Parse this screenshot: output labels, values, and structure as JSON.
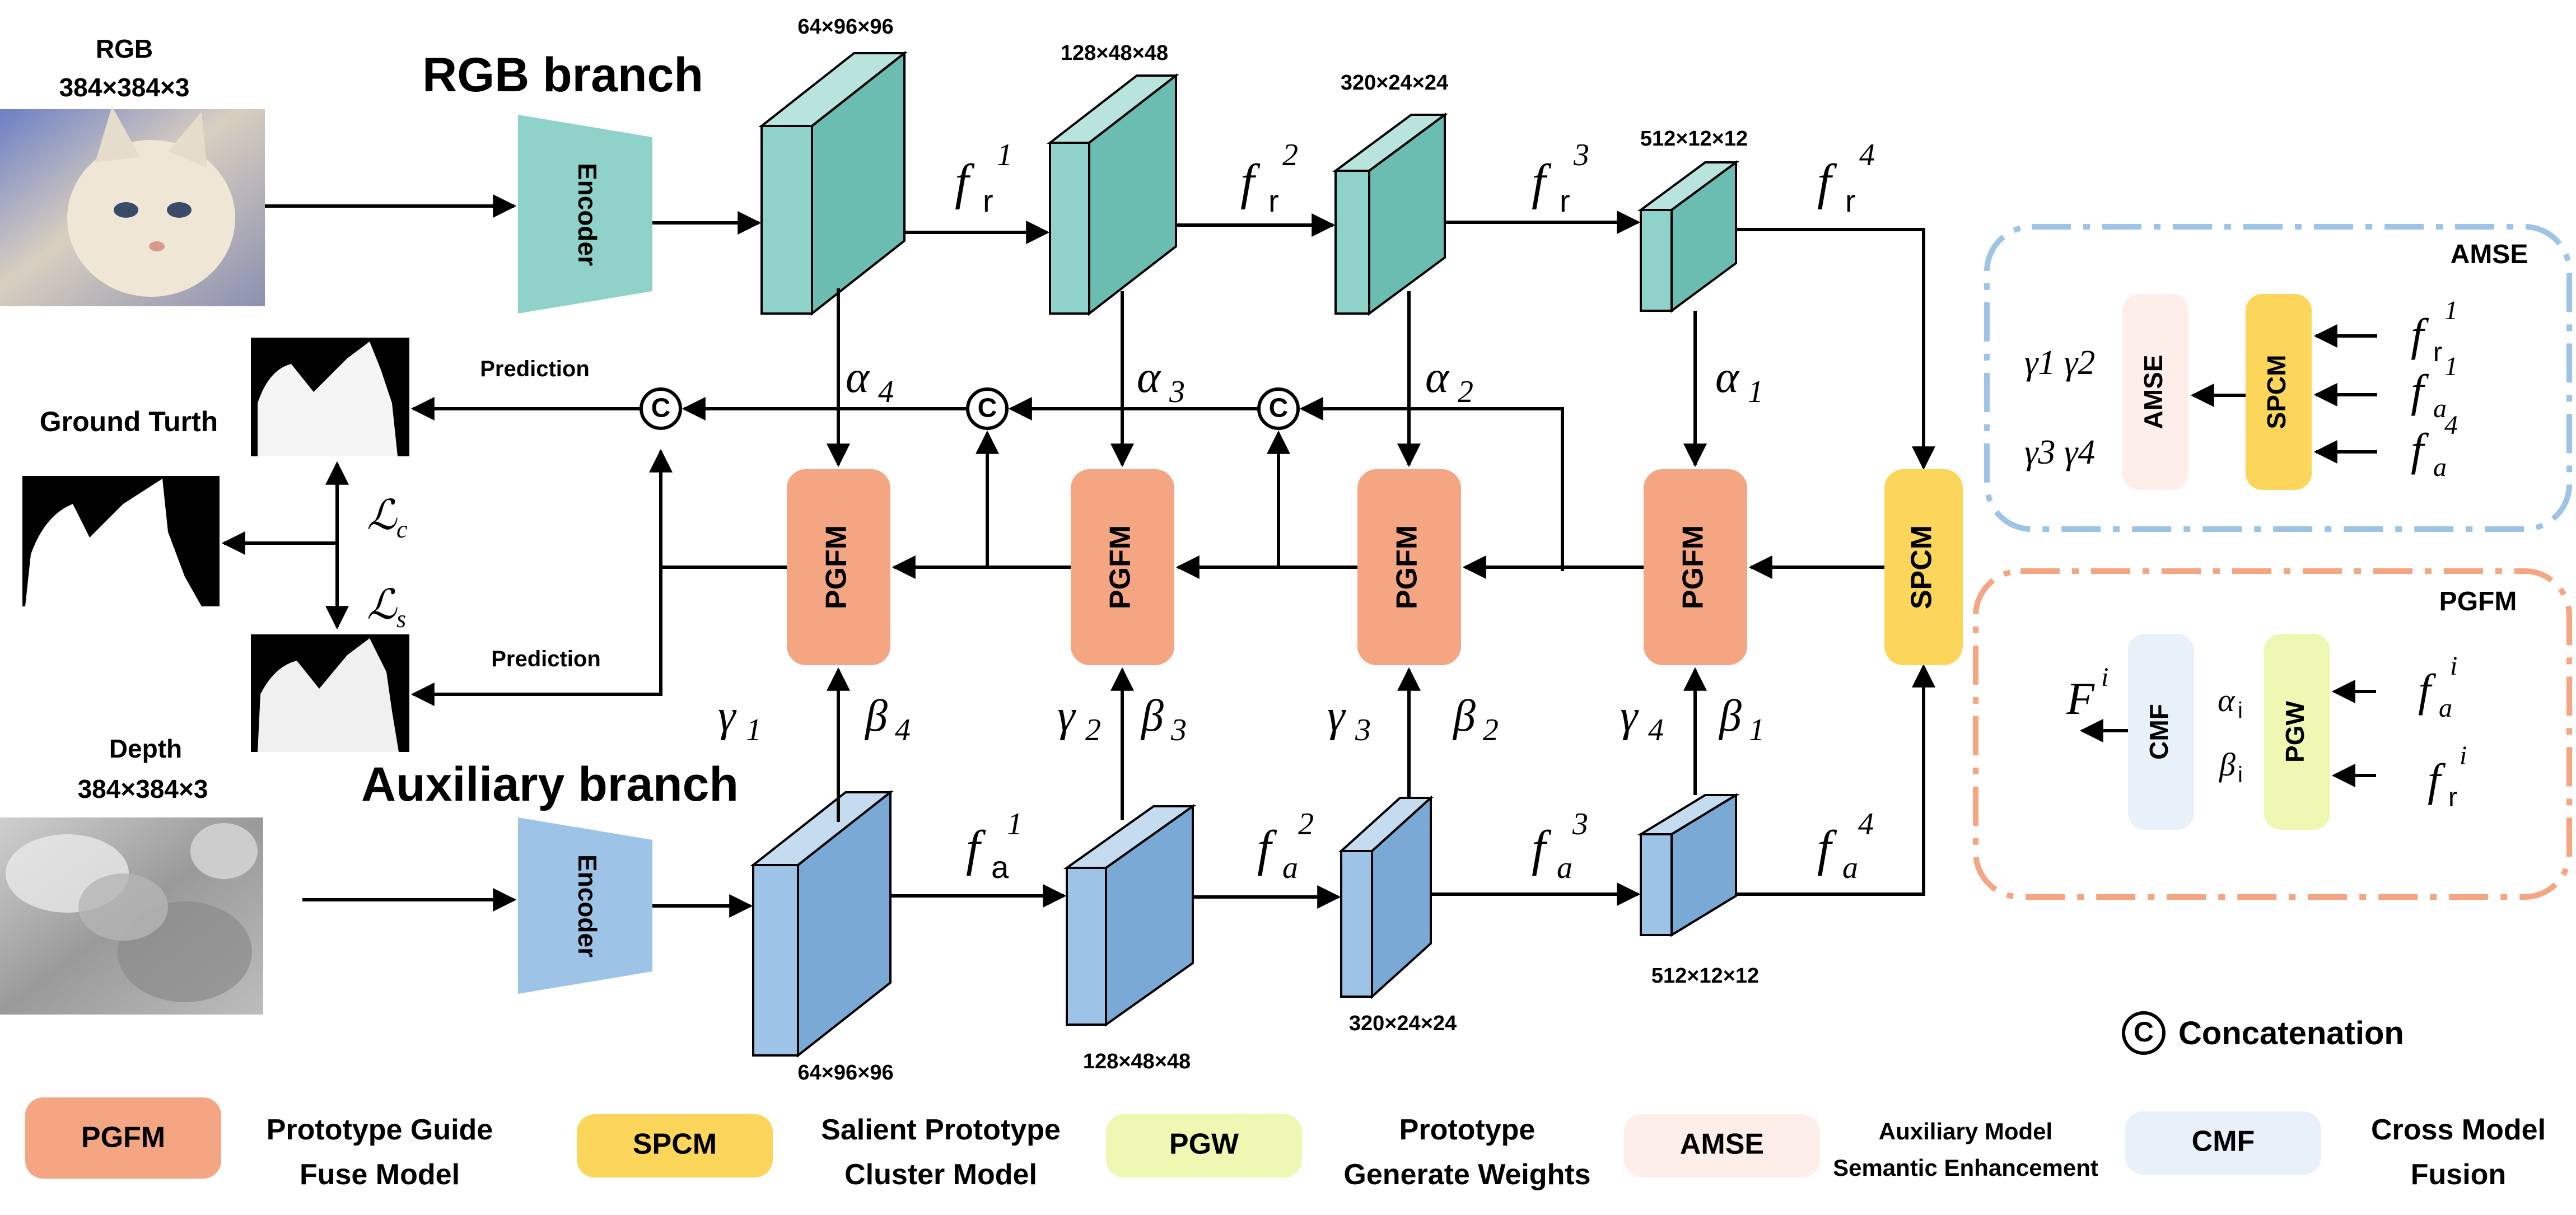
{
  "inputs": {
    "rgb_title": "RGB",
    "rgb_size": "384×384×3",
    "depth_title": "Depth",
    "depth_size": "384×384×3",
    "ground_truth": "Ground Turth"
  },
  "branches": {
    "rgb": "RGB branch",
    "aux": "Auxiliary branch"
  },
  "encoder_label": "Encoder",
  "dims": {
    "rgb": [
      "64×96×96",
      "128×48×48",
      "320×24×24",
      "512×12×12"
    ],
    "aux": [
      "64×96×96",
      "128×48×48",
      "320×24×24",
      "512×12×12"
    ]
  },
  "features": {
    "rgb_base": "f",
    "rgb_sub": "r",
    "aux_base": "f",
    "aux_sub_first": "a",
    "aux_sub": "a",
    "sups": [
      "1",
      "2",
      "3",
      "4"
    ]
  },
  "alphas": {
    "sym": "α",
    "subs": [
      "4",
      "3",
      "2",
      "1"
    ]
  },
  "gammas": {
    "sym": "γ",
    "subs": [
      "1",
      "2",
      "3",
      "4"
    ]
  },
  "betas": {
    "sym": "β",
    "subs": [
      "4",
      "3",
      "2",
      "1"
    ]
  },
  "losses": {
    "sym": "ℒ",
    "c": "c",
    "s": "s"
  },
  "modules": {
    "pgfm": "PGFM",
    "spcm": "SPCM",
    "pgw": "PGW",
    "amse": "AMSE",
    "cmf": "CMF"
  },
  "predictions": [
    "Prediction",
    "Prediction"
  ],
  "concat_symbol": "C",
  "concat_label": "Concatenation",
  "amse_panel": {
    "title": "AMSE",
    "out_line1": "γ1 γ2",
    "out_line2": "γ3 γ4",
    "in_sups": [
      "1",
      "1",
      "4"
    ],
    "in_subs": [
      "r",
      "a",
      "a"
    ]
  },
  "pgfm_panel": {
    "title": "PGFM",
    "out": "F",
    "out_sup": "i",
    "alpha": "α",
    "alpha_sub": "i",
    "beta": "β",
    "beta_sub": "i",
    "in_subs": [
      "a",
      "r"
    ],
    "in_sup": "i"
  },
  "legend": [
    {
      "abbr": "PGFM",
      "line1": "Prototype Guide",
      "line2": "Fuse Model"
    },
    {
      "abbr": "SPCM",
      "line1": "Salient Prototype",
      "line2": "Cluster Model"
    },
    {
      "abbr": "PGW",
      "line1": "Prototype",
      "line2": "Generate Weights"
    },
    {
      "abbr": "AMSE",
      "line1": "Auxiliary Model",
      "line2": "Semantic Enhancement"
    },
    {
      "abbr": "CMF",
      "line1": "Cross Model",
      "line2": "Fusion"
    }
  ],
  "colors": {
    "teal_front": "#8ed2c9",
    "teal_top": "#b9e4de",
    "teal_side": "#6bbcb1",
    "blue_front": "#9dc3e6",
    "blue_top": "#c5dbf0",
    "blue_side": "#7aa9d6",
    "pgfm": "#f4a582",
    "spcm": "#fcd55b",
    "pgw": "#eef8b2",
    "amse": "#fdeeea",
    "cmf": "#e8f0f9",
    "amse_border": "#9dc3e6",
    "pgfm_border": "#f4a582"
  }
}
